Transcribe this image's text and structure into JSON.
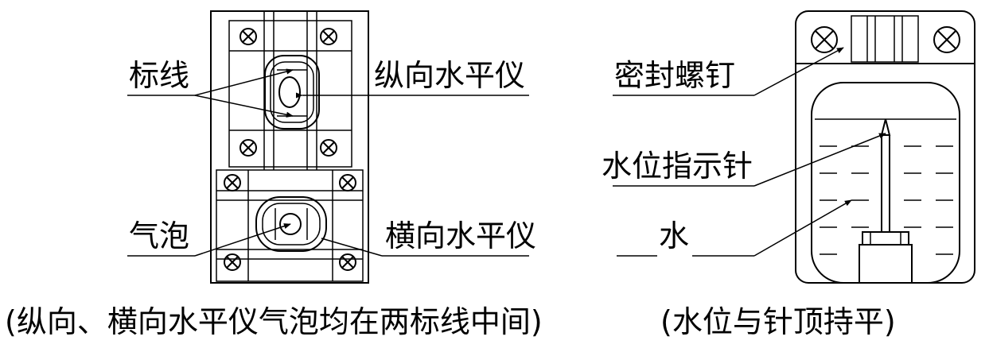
{
  "left_figure": {
    "labels": {
      "mark_lines": "标线",
      "longitudinal_level": "纵向水平仪",
      "bubble": "气泡",
      "transverse_level": "横向水平仪"
    },
    "caption": "(纵向、横向水平仪气泡均在两标线中间)"
  },
  "right_figure": {
    "labels": {
      "sealing_screw": "密封螺钉",
      "water_level_pointer": "水位指示针",
      "water": "水"
    },
    "caption": "(水位与针顶持平)"
  }
}
